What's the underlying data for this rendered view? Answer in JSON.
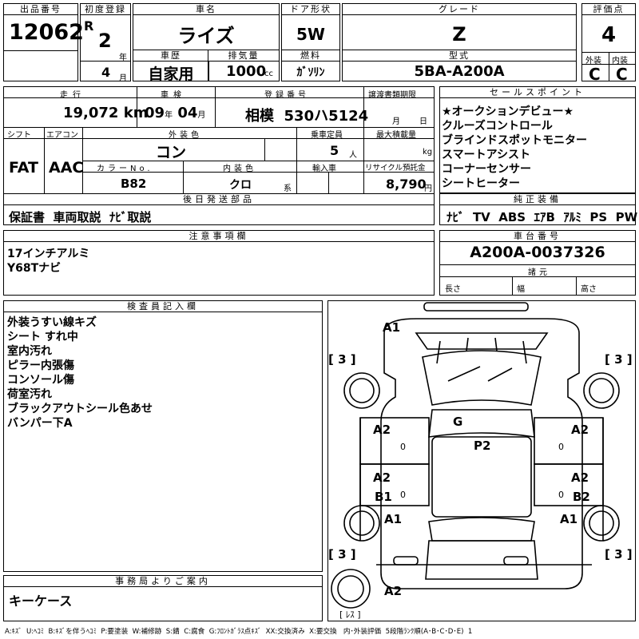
{
  "header": {
    "lot_label": "出品番号",
    "lot": "12062",
    "first_reg_label": "初度登録",
    "era": "R",
    "year": "2",
    "year_unit": "年",
    "month": "4",
    "month_unit": "月",
    "car_name_label": "車名",
    "car_name": "ライズ",
    "door_label": "ドア形状",
    "door": "5W",
    "grade_label": "グレード",
    "grade": "Z",
    "score_label": "評価点",
    "score": "4",
    "history_label": "車歴",
    "history": "自家用",
    "displacement_label": "排気量",
    "displacement": "1000",
    "displacement_unit": "cc",
    "fuel_label": "燃料",
    "fuel": "ｶﾞｿﾘﾝ",
    "model_label": "型式",
    "model": "5BA-A200A",
    "exterior_label": "外装",
    "exterior": "C",
    "interior_label": "内装",
    "interior": "C"
  },
  "row2": {
    "mileage_label": "走行",
    "mileage": "19,072",
    "mileage_unit": "km",
    "inspection_label": "車検",
    "insp_year": "09",
    "insp_year_unit": "年",
    "insp_month": "04",
    "insp_month_unit": "月",
    "plate_label": "登録番号",
    "plate": "相模  530ハ5124",
    "transfer_label": "譲渡書類期限",
    "transfer_month": "月",
    "transfer_day": "日",
    "shift_label": "シフト",
    "shift": "FAT",
    "ac_label": "エアコン",
    "ac": "AAC",
    "color_label": "外装色",
    "color": "コン",
    "capacity_label": "乗車定員",
    "capacity": "5",
    "capacity_unit": "人",
    "load_label": "最大積載量",
    "load_unit": "kg",
    "color_no_label": "カラーNo.",
    "color_no": "B82",
    "int_color_label": "内装色",
    "int_color": "クロ",
    "int_color_unit": "系",
    "import_label": "輸入車",
    "recycle_label": "リサイクル預託金",
    "recycle": "8,790",
    "recycle_unit": "円"
  },
  "sales": {
    "label": "セールスポイント",
    "items": [
      "★オークションデビュー★",
      "クルーズコントロール",
      "ブラインドスポットモニター",
      "スマートアシスト",
      "コーナーセンサー",
      "シートヒーター"
    ]
  },
  "later": {
    "label": "後日発送部品",
    "value": "保証書  車両取説  ﾅﾋﾞ取説"
  },
  "equip": {
    "label": "純正装備",
    "value": "ﾅﾋﾞ  TV  ABS  ｴｱB  ｱﾙﾐ  PS  PW"
  },
  "caution": {
    "label": "注意事項欄",
    "lines": [
      "17インチアルミ",
      "Y68Tナビ"
    ]
  },
  "chassis": {
    "label": "車台番号",
    "value": "A200A-0037326"
  },
  "specs": {
    "label": "諸元",
    "length": "長さ",
    "width": "幅",
    "height": "高さ"
  },
  "inspector": {
    "label": "検査員記入欄",
    "lines": [
      "外装うすい線キズ",
      "シート すれ中",
      "室内汚れ",
      "ピラー内張傷",
      "コンソール傷",
      "荷室汚れ",
      "ブラックアウトシール色あせ",
      "バンパー下A"
    ]
  },
  "office": {
    "label": "事務局よりご案内",
    "value": "キーケース"
  },
  "diagram": {
    "marks": {
      "front": "A1",
      "fl": "A2",
      "fr": "A2",
      "center_top": "G",
      "center": "P2",
      "rl_a": "A2",
      "rl_b": "B1",
      "rr_a": "A2",
      "rr_b": "B2",
      "fwl": "A1",
      "fwr": "A1",
      "rear": "A2",
      "tl": "[ 3 ]",
      "tr": "[ 3 ]",
      "bl": "[ 3 ]",
      "br": "[ 3 ]",
      "spare": "[ ﾚｽ ]",
      "zero_l1": "0",
      "zero_l2": "0",
      "zero_r1": "0",
      "zero_r2": "0"
    }
  },
  "legend": "A:ｷｽﾞ  U:ﾍｺﾐ  B:ｷｽﾞを伴うﾍｺﾐ  P:要塗装  W:補修跡  S:錆  C:腐食  G:ﾌﾛﾝﾄｶﾞﾗｽ点ｷｽﾞ  XX:交換済み  X:要交換   内･外装評価  5段階ﾗﾝｸ順(A･B･C･D･E)  1"
}
